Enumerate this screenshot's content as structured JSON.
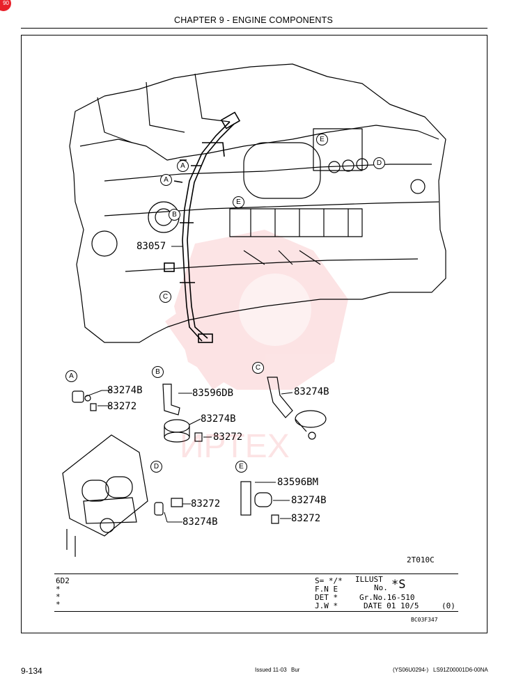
{
  "corner_badge": "90",
  "header": {
    "chapter_title": "CHAPTER 9 - ENGINE COMPONENTS"
  },
  "main_view": {
    "callouts": {
      "a1": "A",
      "a2": "A",
      "b": "B",
      "c": "C",
      "d": "D",
      "e1": "E",
      "e2": "E"
    },
    "harness_part": "83057"
  },
  "details": {
    "a": {
      "letter": "A",
      "part1": "83274B",
      "part2": "83272"
    },
    "b": {
      "letter": "B",
      "part1": "83596DB",
      "part2": "83274B",
      "part3": "83272"
    },
    "c": {
      "letter": "C",
      "part1": "83274B"
    },
    "d": {
      "letter": "D",
      "part1": "83272",
      "part2": "83274B"
    },
    "e": {
      "letter": "E",
      "part1": "83596BM",
      "part2": "83274B",
      "part3": "83272"
    }
  },
  "watermark": {
    "text": "ИРТЕХ"
  },
  "figure_code": "2T010C",
  "title_block": {
    "model": "6D2",
    "marks": [
      "*",
      "*",
      "*"
    ],
    "s_line": "S= */*",
    "fne": "F.N E",
    "det": "DET *",
    "jw": "J.W *",
    "illust": "ILLUST",
    "no_label": "No.",
    "no_value": "*S",
    "gr_no": "Gr.No.16-510",
    "date": "DATE 01 10/5",
    "rev": "(0)",
    "code": "BC03F347"
  },
  "footer": {
    "page": "9-134",
    "issued": "Issued 11-03",
    "bur": "Bur",
    "serial": "(YS06U0294-)",
    "doc_code": "LS91Z00001D6-00NA"
  },
  "colors": {
    "watermark": "#e8202a",
    "ink": "#000000"
  }
}
